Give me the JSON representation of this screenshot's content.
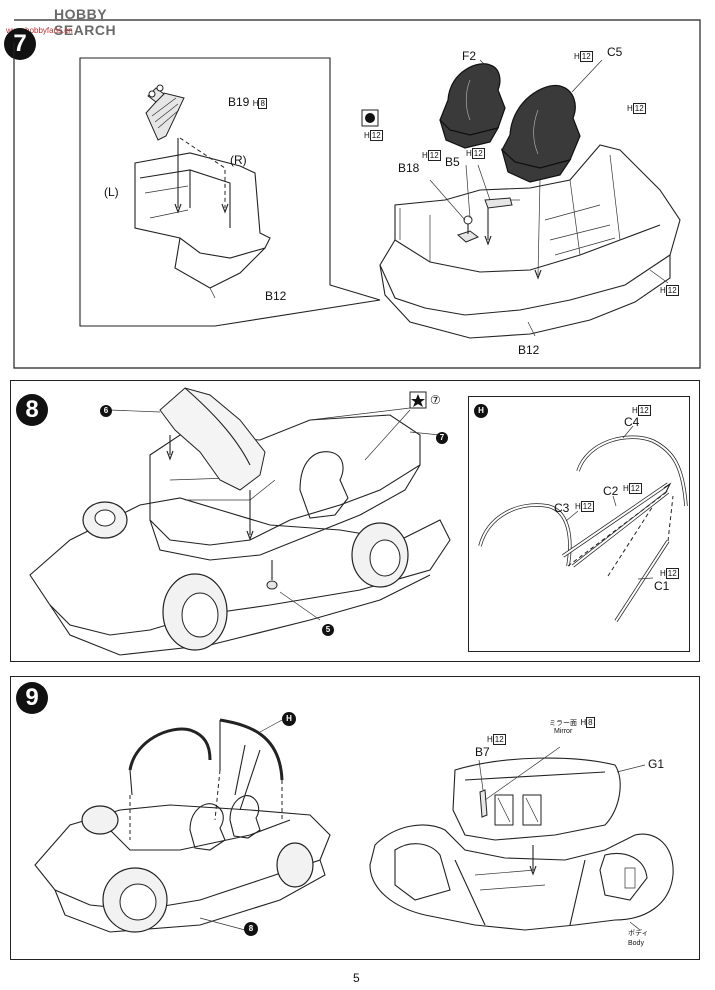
{
  "watermark": {
    "site_name": "HOBBY SEARCH",
    "site_url": "www.hobbyfans.cn"
  },
  "page_number": "5",
  "steps": {
    "step7": {
      "number": "7",
      "inset_labels": {
        "part_b19": "B19",
        "h_b19": "H",
        "h_b19_box": "8",
        "right_side": "(R)",
        "left_side": "(L)",
        "part_b12_inset": "B12"
      },
      "labels": {
        "part_f2": "F2",
        "h_f2": "H",
        "h_f2_box": "12",
        "part_c5": "C5",
        "h_c5": "H",
        "h_c5_box": "12",
        "h_mark": "H",
        "h_mark_box": "12",
        "part_b18": "B18",
        "h_b18": "H",
        "h_b18_box": "12",
        "part_b5": "B5",
        "h_b5": "H",
        "h_b5_box": "12",
        "h_body": "H",
        "h_body_box": "12",
        "part_b12": "B12"
      }
    },
    "step8": {
      "number": "8",
      "callouts": {
        "part6": "6",
        "part7": "7",
        "part5": "5",
        "decal_ref": "⑦"
      },
      "sub_panel": {
        "marker": "H",
        "labels": {
          "h_c4": "H",
          "h_c4_box": "12",
          "part_c4": "C4",
          "part_c2": "C2",
          "h_c2": "H",
          "h_c2_box": "12",
          "part_c3": "C3",
          "h_c3": "H",
          "h_c3_box": "12",
          "h_c1": "H",
          "h_c1_box": "12",
          "part_c1": "C1"
        }
      }
    },
    "step9": {
      "number": "9",
      "callouts": {
        "cage": "H",
        "chassis": "8"
      },
      "labels": {
        "mirror_jp": "ミラー面",
        "h_mirror": "H",
        "h_mirror_box": "8",
        "mirror_en": "Mirror",
        "h_b7": "H",
        "h_b7_box": "12",
        "part_b7": "B7",
        "part_g1": "G1",
        "body_jp": "ボディ",
        "body_en": "Body"
      }
    }
  }
}
